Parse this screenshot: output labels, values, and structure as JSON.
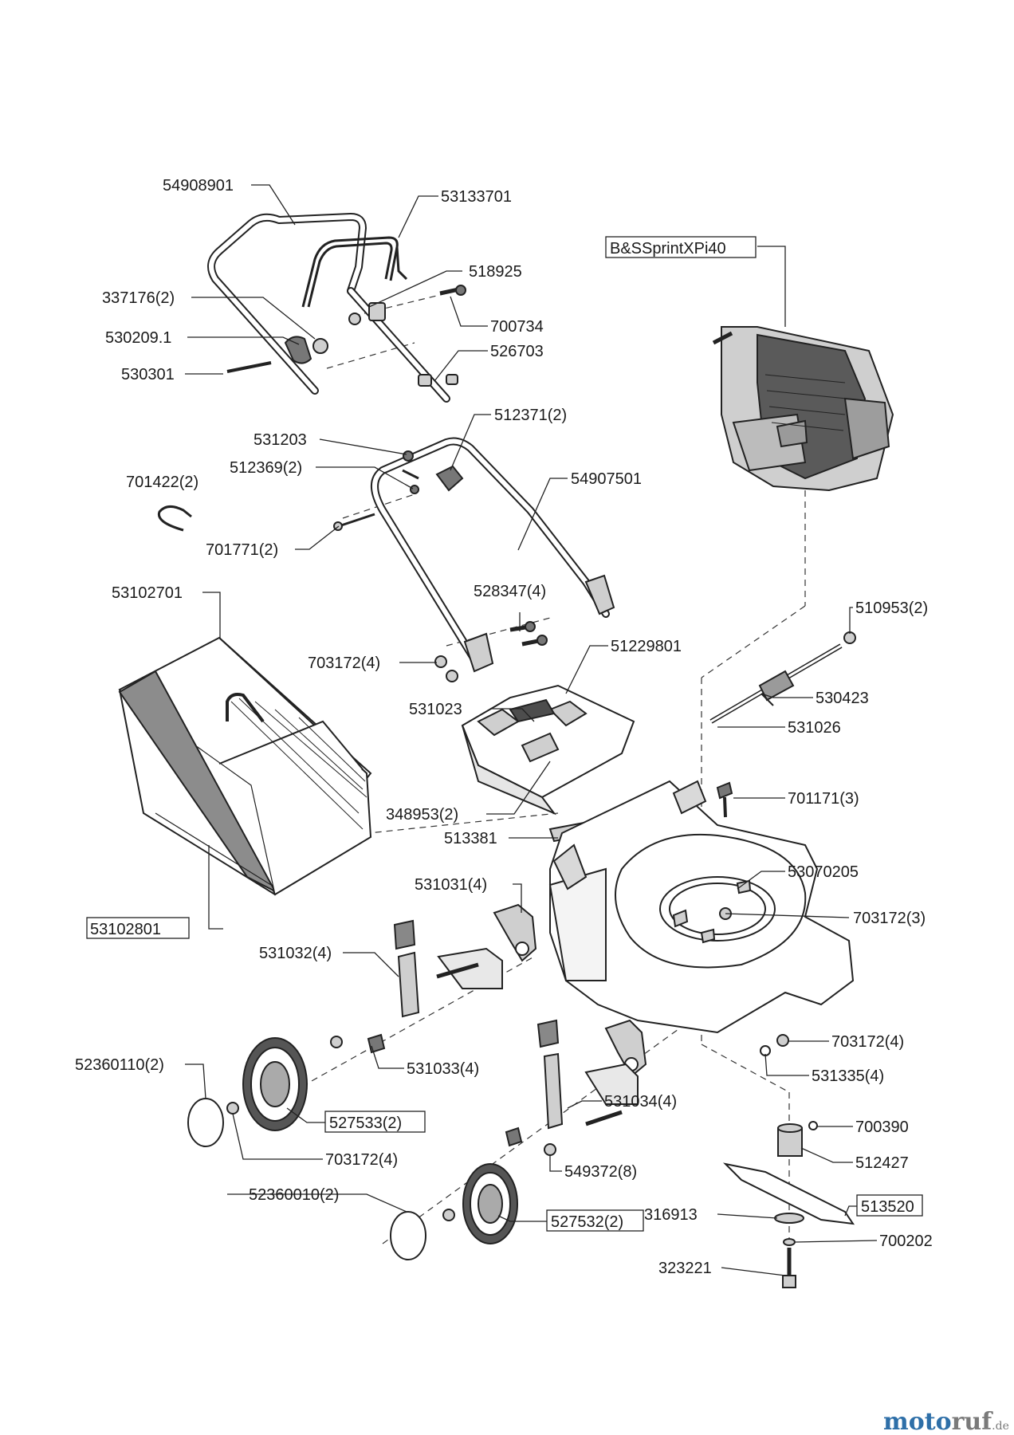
{
  "labels": {
    "l54908901": "54908901",
    "l53133701": "53133701",
    "l518925": "518925",
    "l337176": "337176(2)",
    "l700734": "700734",
    "l5302091": "530209.1",
    "l526703": "526703",
    "l530301": "530301",
    "lengine": "B&SSprintXPi40",
    "l512371": "512371(2)",
    "l531203": "531203",
    "l512369": "512369(2)",
    "l701422": "701422(2)",
    "l54907501": "54907501",
    "l701771": "701771(2)",
    "l53102701": "53102701",
    "l528347": "528347(4)",
    "l510953": "510953(2)",
    "l703172a": "703172(4)",
    "l51229801": "51229801",
    "l531023": "531023",
    "l530423": "530423",
    "l531026": "531026",
    "l348953": "348953(2)",
    "l701171": "701171(3)",
    "l513381": "513381",
    "l53102801": "53102801",
    "l53070205": "53070205",
    "l531031": "531031(4)",
    "l703172b": "703172(3)",
    "l531032": "531032(4)",
    "l703172c": "703172(4)",
    "l52360110": "52360110(2)",
    "l531033": "531033(4)",
    "l531335": "531335(4)",
    "l531034": "531034(4)",
    "l527533": "527533(2)",
    "l700390": "700390",
    "l703172d": "703172(4)",
    "l512427": "512427",
    "l549372": "549372(8)",
    "l52360010": "52360010(2)",
    "l316913": "316913",
    "l513520": "513520",
    "l527532": "527532(2)",
    "l700202": "700202",
    "l323221": "323221"
  },
  "watermark": {
    "brand_a": "moto",
    "brand_b": "ruf",
    "tld": ".de"
  }
}
